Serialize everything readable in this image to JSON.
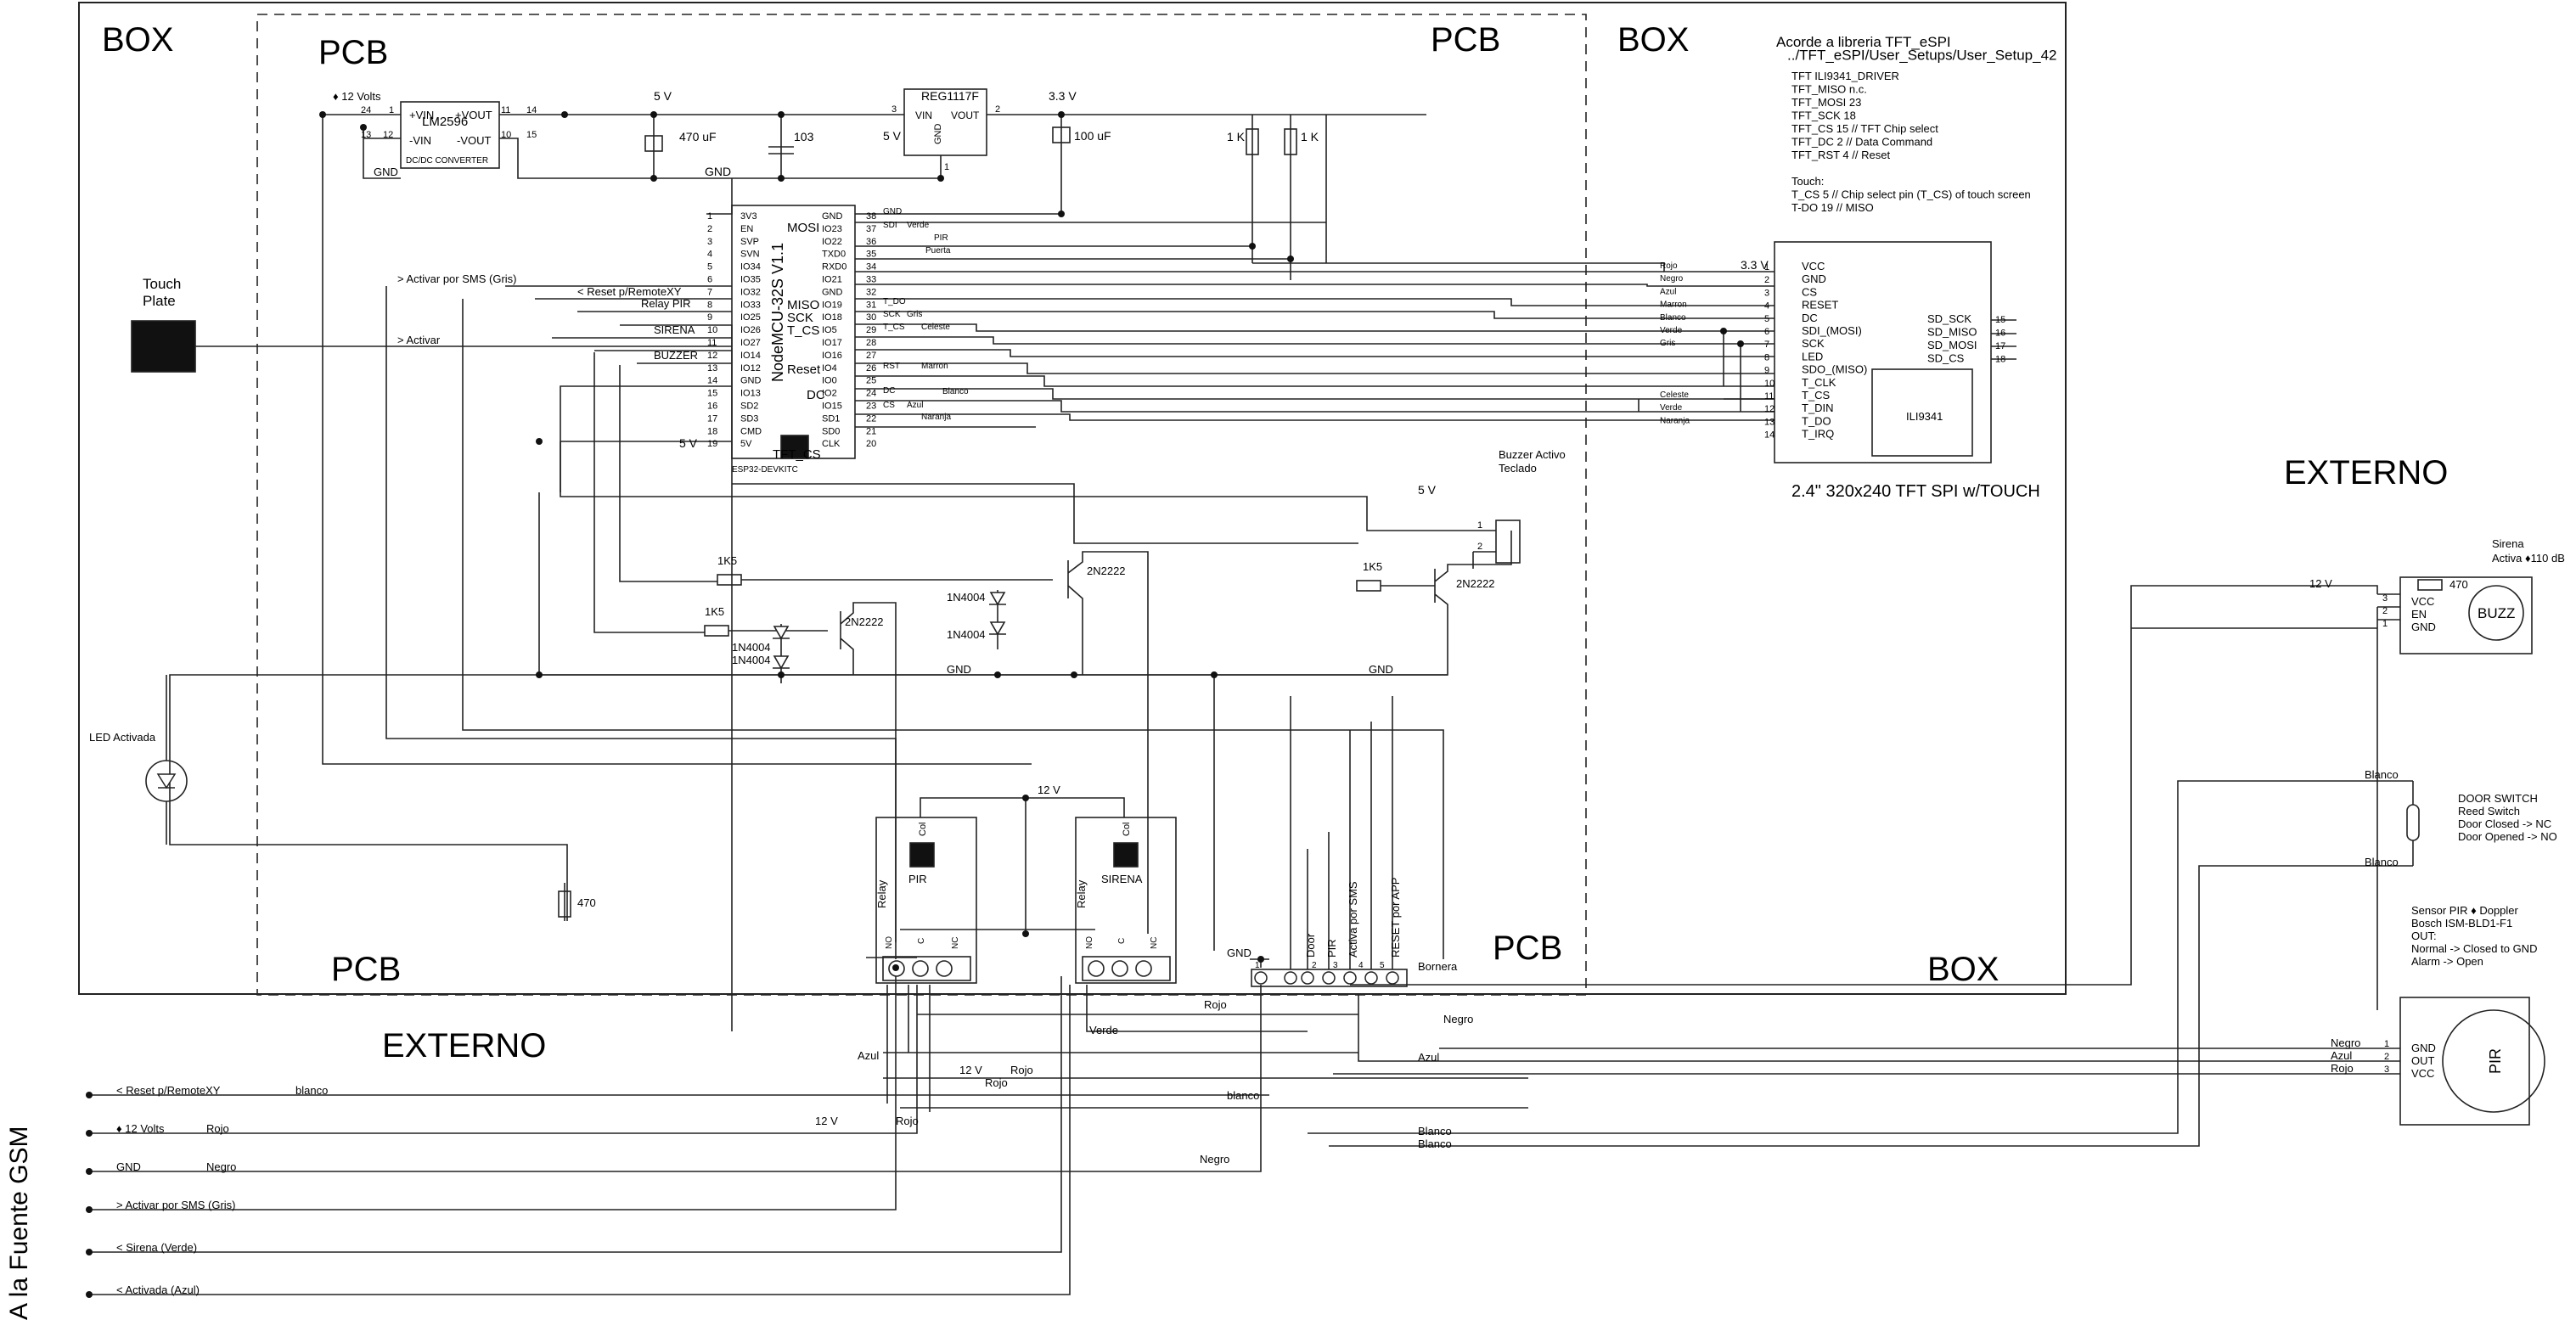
{
  "regions": {
    "box_tl": "BOX",
    "pcb_tl": "PCB",
    "pcb_tr": "PCB",
    "box_tr": "BOX",
    "pcb_bl": "PCB",
    "pcb_br": "PCB",
    "box_br": "BOX",
    "externo_right": "EXTERNO",
    "externo_bottom": "EXTERNO",
    "gsm": "A la Fuente GSM"
  },
  "notes": {
    "lines": [
      "Acorde a libreria TFT_eSPI",
      "../TFT_eSPI/User_Setups/User_Setup_42",
      "TFT ILI9341_DRIVER",
      "TFT_MISO  n.c.",
      "TFT_MOSI 23",
      "TFT_SCK 18",
      "TFT_CS    15  // TFT Chip select",
      "TFT_DC     2  // Data Command",
      "TFT_RST  4  // Reset",
      "",
      "Touch:",
      "T_CS  5 // Chip select pin (T_CS) of touch screen",
      "T-DO  19 // MISO"
    ]
  },
  "lm2596": {
    "name": "LM2596",
    "sub": "DC/DC CONVERTER",
    "vinp": "+VIN",
    "voutp": "+VOUT",
    "vinn": "-VIN",
    "voutn": "-VOUT",
    "p1": "24",
    "p2": "1",
    "p3": "13",
    "p4": "12",
    "p5": "11",
    "p6": "14",
    "p7": "10",
    "p8": "15",
    "in_label": "♦ 12 Volts",
    "gnd": "GND"
  },
  "power": {
    "v5": "5 V",
    "c470": "470 uF",
    "c103": "103",
    "reg": "REG1117F",
    "reg_vin": "VIN",
    "reg_vout": "VOUT",
    "reg_gnd": "GND",
    "reg_p3": "3",
    "reg_p2": "2",
    "reg_p1": "1",
    "reg_in": "5 V",
    "v33": "3.3 V",
    "c100": "100 uF",
    "r1k_a": "1 K",
    "r1k_b": "1 K",
    "gnd": "GND"
  },
  "mcu": {
    "title": "NodeMCU-32S V1.1",
    "sub": "ESP32-DEVKITC",
    "left_pins": [
      "1",
      "2",
      "3",
      "4",
      "5",
      "6",
      "7",
      "8",
      "9",
      "10",
      "11",
      "12",
      "13",
      "14",
      "15",
      "16",
      "17",
      "18",
      "19"
    ],
    "left_names": [
      "3V3",
      "EN",
      "SVP",
      "SVN",
      "IO34",
      "IO35",
      "IO32",
      "IO33",
      "IO25",
      "IO26",
      "IO27",
      "IO14",
      "IO12",
      "GND",
      "IO13",
      "SD2",
      "SD3",
      "CMD",
      "5V"
    ],
    "right_pins": [
      "38",
      "37",
      "36",
      "35",
      "34",
      "33",
      "32",
      "31",
      "30",
      "29",
      "28",
      "27",
      "26",
      "25",
      "24",
      "23",
      "22",
      "21",
      "20"
    ],
    "right_names": [
      "GND",
      "IO23",
      "IO22",
      "TXD0",
      "RXD0",
      "IO21",
      "GND",
      "IO19",
      "IO18",
      "IO5",
      "IO17",
      "IO16",
      "IO4",
      "IO0",
      "IO2",
      "IO15",
      "SD1",
      "SD0",
      "CLK"
    ],
    "inner": [
      "MOSI",
      "MISO",
      "SCK",
      "T_CS",
      "Reset",
      "DC",
      "TFT_CS"
    ],
    "wires_right": [
      "Verde",
      "SDI",
      "PIR",
      "Puerta",
      "T_DO",
      "SCK",
      "Gris",
      "T_CS",
      "Celeste",
      "RST",
      "Marron",
      "DC",
      "Blanco",
      "CS",
      "Azul",
      "Naranja",
      "GND"
    ]
  },
  "mcu_left": {
    "sms": "> Activar por SMS  (Gris)",
    "reset": "< Reset p/RemoteXY",
    "relay_pir": "Relay PIR",
    "sirena": "SIRENA",
    "buzzer": "BUZZER",
    "activar": "> Activar",
    "v5": "5 V"
  },
  "touch": {
    "label1": "Touch",
    "label2": "Plate"
  },
  "tft": {
    "pins": [
      "1",
      "2",
      "3",
      "4",
      "5",
      "6",
      "7",
      "8",
      "9",
      "10",
      "11",
      "12",
      "13",
      "14"
    ],
    "names": [
      "VCC",
      "GND",
      "CS",
      "RESET",
      "DC",
      "SDI_(MOSI)",
      "SCK",
      "LED",
      "SDO_(MISO)",
      "T_CLK",
      "T_CS",
      "T_DIN",
      "T_DO",
      "T_IRQ"
    ],
    "sd_pins": [
      "15",
      "16",
      "17",
      "18"
    ],
    "sd_names": [
      "SD_SCK",
      "SD_MISO",
      "SD_MOSI",
      "SD_CS"
    ],
    "colors": [
      "Rojo",
      "Negro",
      "Azul",
      "Marron",
      "Blanco",
      "Verde",
      "Gris",
      "",
      "",
      "",
      "Celeste",
      "Verde",
      "Naranja",
      ""
    ],
    "chip": "ILI9341",
    "v33": "3.3 V",
    "caption": "2.4\" 320x240 TFT SPI  w/TOUCH"
  },
  "buzzer": {
    "title1": "Buzzer Activo",
    "title2": "Teclado",
    "v5": "5 V",
    "p1": "1",
    "p2": "2"
  },
  "drivers": {
    "r1k5_a": "1K5",
    "r1k5_b": "1K5",
    "r1k5_c": "1K5",
    "q1": "2N2222",
    "q2": "2N2222",
    "q3": "2N2222",
    "d1": "1N4004",
    "d2": "1N4004",
    "d3": "1N4004",
    "d4": "1N4004",
    "gnd_a": "GND",
    "gnd_b": "GND"
  },
  "relays": {
    "v12": "12 V",
    "pir": "PIR",
    "sirena": "SIRENA",
    "relay": "Relay",
    "col": "Col",
    "no": "NO",
    "c": "C",
    "nc": "NC"
  },
  "led": {
    "label": "LED Activada",
    "r470": "470"
  },
  "bornera": {
    "label": "Bornera",
    "gnd": "GND",
    "pins": [
      "1",
      "2",
      "3",
      "4",
      "5"
    ],
    "names": [
      "Door",
      "PIR",
      "Activa por SMS",
      "RESET por APP"
    ]
  },
  "siren": {
    "title1": "Sirena",
    "title2": "Activa ♦110 dB",
    "v12": "12 V",
    "r470": "470",
    "vcc": "VCC",
    "en": "EN",
    "gnd": "GND",
    "p3": "3",
    "p2": "2",
    "p1": "1",
    "buzz": "BUZZ"
  },
  "door": {
    "blanco_a": "Blanco",
    "blanco_b": "Blanco",
    "title": "DOOR SWITCH",
    "l1": "Reed Switch",
    "l2": "Door Closed -> NC",
    "l3": "Door Opened  -> NO"
  },
  "pir_sensor": {
    "t1": "Sensor PIR ♦ Doppler",
    "t2": "Bosch ISM-BLD1-F1",
    "t3": "OUT:",
    "t4": "Normal -> Closed to GND",
    "t5": "Alarm    -> Open",
    "gnd": "GND",
    "out": "OUT",
    "vcc": "VCC",
    "negro": "Negro",
    "azul": "Azul",
    "rojo": "Rojo",
    "p1": "1",
    "p2": "2",
    "p3": "3",
    "label": "PIR"
  },
  "wires": {
    "rojo": "Rojo",
    "negro": "Negro",
    "azul": "Azul",
    "verde": "Verde",
    "blanco": "Blanco",
    "blanco2": "Blanco",
    "v12": "12 V",
    "v12b": "12 V",
    "rojo2": "Rojo",
    "rojo3": "Rojo",
    "rojo4": "Rojo",
    "blanco_gsm": "blanco",
    "negro_gsm": "Negro",
    "negro2": "Negro",
    "azul2": "Azul"
  },
  "gsm": {
    "rows": [
      {
        "label": "< Reset p/RemoteXY",
        "color": "blanco"
      },
      {
        "label": "♦ 12 Volts",
        "color": "Rojo"
      },
      {
        "label": "GND",
        "color": "Negro"
      },
      {
        "label": "> Activar por SMS  (Gris)",
        "color": ""
      },
      {
        "label": "< Sirena (Verde)",
        "color": ""
      },
      {
        "label": "< Activada (Azul)",
        "color": ""
      }
    ]
  }
}
